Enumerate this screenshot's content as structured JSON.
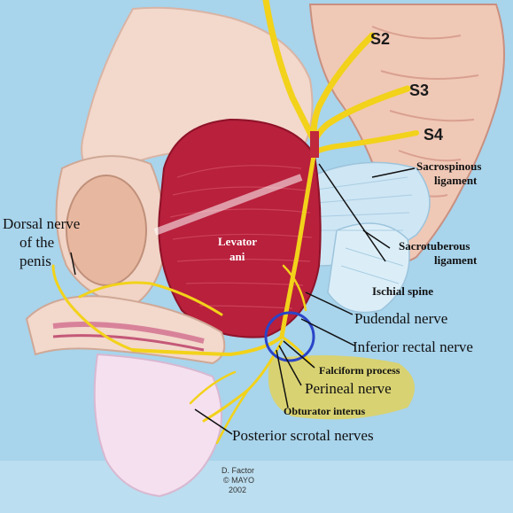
{
  "colors": {
    "background": "#a8d4ec",
    "muscle": "#b8203c",
    "muscle_light": "#d24a60",
    "nerve": "#f2d21a",
    "skin": "#f3d8cc",
    "bone": "#f0c8b6",
    "ligament": "#cfe6f4",
    "highlight_yellow": "#e8d24a",
    "circle_blue": "#2a44c8"
  },
  "segments": {
    "s2": "S2",
    "s3": "S3",
    "s4": "S4"
  },
  "labels": {
    "sacrospinous_1": "Sacrospinous",
    "sacrospinous_2": "ligament",
    "sacrotuberous_1": "Sacrotuberous",
    "sacrotuberous_2": "ligament",
    "levator_1": "Levator",
    "levator_2": "ani",
    "dorsal_1": "Dorsal nerve",
    "dorsal_2": "of the",
    "dorsal_3": "penis",
    "ischial_spine": "Ischial spine",
    "pudendal": "Pudendal nerve",
    "inferior_rectal": "Inferior rectal nerve",
    "falciform": "Falciform process",
    "perineal": "Perineal nerve",
    "obturator": "Obturator interus",
    "posterior_scrotal": "Posterior scrotal nerves"
  },
  "credit": {
    "line1": "D. Factor",
    "line2": "© MAYO",
    "line3": "2002"
  }
}
